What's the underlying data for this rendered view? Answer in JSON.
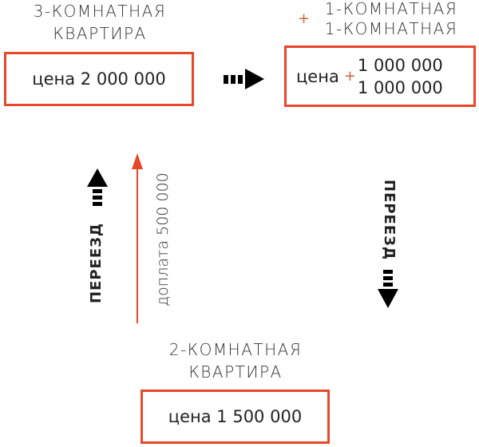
{
  "three_room": {
    "title_line1": "3-КОМНАТНАЯ",
    "title_line2": "КВАРТИРА",
    "price_label": "цена",
    "price": "2 000 000"
  },
  "one_room_pair": {
    "title_line1": "1-КОМНАТНАЯ",
    "title_line2": "1-КОМНАТНАЯ",
    "plus": "+",
    "price_label": "цена",
    "price1": "1 000 000",
    "price2": "1 000 000"
  },
  "two_room": {
    "title_line1": "2-КОМНАТНАЯ",
    "title_line2": "КВАРТИРА",
    "price_label": "цена",
    "price": "1 500 000"
  },
  "move_left": "ПЕРЕЕЗД",
  "move_right": "ПЕРЕЕЗД",
  "surcharge": "доплата 500 000",
  "colors": {
    "accent": "#e8482a",
    "arrow": "#000000"
  }
}
